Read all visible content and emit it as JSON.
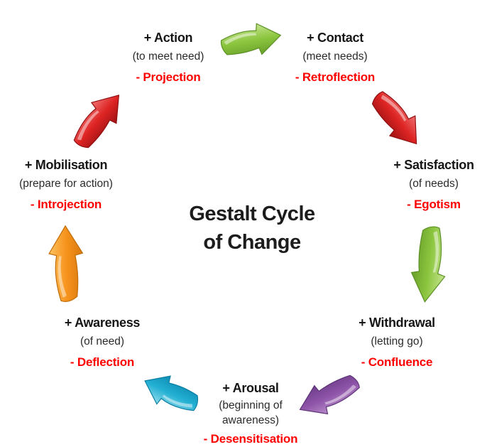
{
  "title": {
    "line1": "Gestalt Cycle",
    "line2": "of Change"
  },
  "stages": [
    {
      "id": "action",
      "label": "+ Action",
      "desc": "(to meet need)",
      "negative": "- Projection"
    },
    {
      "id": "contact",
      "label": "+ Contact",
      "desc": "(meet needs)",
      "negative": "- Retroflection"
    },
    {
      "id": "satisfaction",
      "label": "+ Satisfaction",
      "desc": "(of needs)",
      "negative": "- Egotism"
    },
    {
      "id": "withdrawal",
      "label": "+ Withdrawal",
      "desc": "(letting go)",
      "negative": "- Confluence"
    },
    {
      "id": "arousal",
      "label": "+ Arousal",
      "desc": "(beginning of awareness)",
      "negative": "- Desensitisation"
    },
    {
      "id": "awareness",
      "label": "+ Awareness",
      "desc": "(of need)",
      "negative": "- Deflection"
    },
    {
      "id": "mobilisation",
      "label": "+ Mobilisation",
      "desc": "(prepare for action)",
      "negative": "- Introjection"
    }
  ],
  "arrows": [
    {
      "name": "arrow-action-to-contact",
      "color": "green"
    },
    {
      "name": "arrow-contact-to-satisfaction",
      "color": "red"
    },
    {
      "name": "arrow-satisfaction-to-withdrawal",
      "color": "green"
    },
    {
      "name": "arrow-withdrawal-to-arousal",
      "color": "purple"
    },
    {
      "name": "arrow-arousal-to-awareness",
      "color": "cyan"
    },
    {
      "name": "arrow-awareness-to-mobilisation",
      "color": "orange"
    },
    {
      "name": "arrow-mobilisation-to-action",
      "color": "red"
    }
  ],
  "colors": {
    "background": "#ffffff",
    "label_text": "#161616",
    "desc_text": "#2b2b2b",
    "negative_text": "#ff0000",
    "title_text": "#1c1c1c",
    "arrows": {
      "green": {
        "light": "#c6e48f",
        "mid": "#8cc63f",
        "dark": "#69a02a",
        "stroke": "#5a8f23"
      },
      "red": {
        "light": "#f07071",
        "mid": "#dd2423",
        "dark": "#9e1214",
        "stroke": "#8f1012"
      },
      "orange": {
        "light": "#fdc35f",
        "mid": "#f7941e",
        "dark": "#d8790c",
        "stroke": "#c06c0a"
      },
      "cyan": {
        "light": "#8edcea",
        "mid": "#22afd3",
        "dark": "#0e8db2",
        "stroke": "#0b7fa3"
      },
      "purple": {
        "light": "#b98cc9",
        "mid": "#8e54a8",
        "dark": "#6d3d89",
        "stroke": "#5e3478"
      }
    }
  }
}
